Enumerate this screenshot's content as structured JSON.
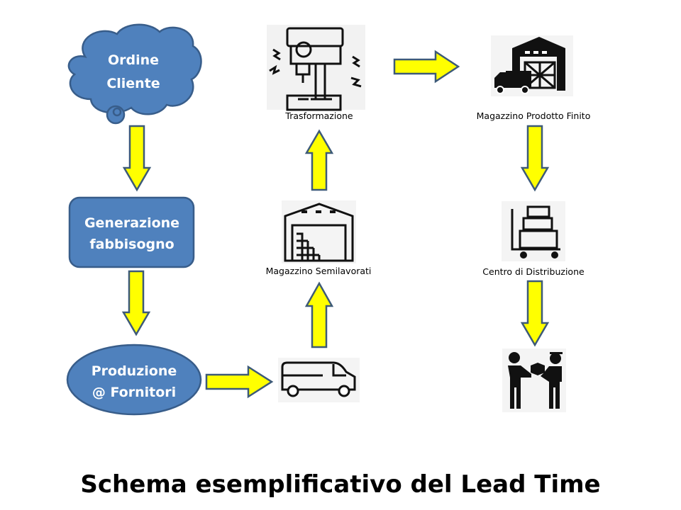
{
  "diagram": {
    "title": "Schema esemplificativo del Lead Time",
    "nodes": {
      "ordine_cliente": [
        "Ordine",
        "Cliente"
      ],
      "generazione_fabbisogno": [
        "Generazione",
        "fabbisogno"
      ],
      "produzione_fornitori": [
        "Produzione",
        "@ Fornitori"
      ],
      "trasformazione": "Trasformazione",
      "magazzino_prodotto_finito": "Magazzino Prodotto  Finito",
      "magazzino_semilavorati": "Magazzino Semilavorati",
      "centro_distribuzione": "Centro di Distribuzione"
    },
    "colors": {
      "node_fill": "#4f81bd",
      "node_border": "#385d8a",
      "arrow_fill": "#ffff00",
      "arrow_border": "#3d5a78"
    }
  }
}
